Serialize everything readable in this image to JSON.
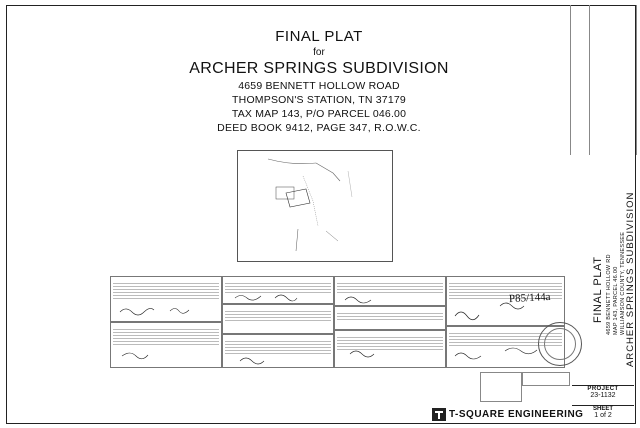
{
  "title": {
    "main": "FINAL PLAT",
    "for": "for",
    "subdivision": "ARCHER SPRINGS SUBDIVISION",
    "address": "4659 BENNETT HOLLOW ROAD",
    "city": "THOMPSON'S STATION, TN 37179",
    "tax_map": "TAX MAP 143, P/O PARCEL 046.00",
    "deed": "DEED BOOK 9412, PAGE 347, R.O.W.C."
  },
  "side_panel": {
    "final_plat": "FINAL PLAT",
    "address": "4659 BENNETT HOLLOW RD",
    "map": "MAP 143, PARCEL 46.00",
    "county": "WILLIAMSON COUNTY, TENNESSEE",
    "subdivision": "ARCHER SPRINGS SUBDIVISION"
  },
  "handwritten_note": "P85/144a",
  "project": {
    "label": "PROJECT",
    "number": "23-1132"
  },
  "sheet": {
    "label": "SHEET",
    "value": "1 of 2"
  },
  "firm": {
    "name": "T-SQUARE ENGINEERING"
  }
}
